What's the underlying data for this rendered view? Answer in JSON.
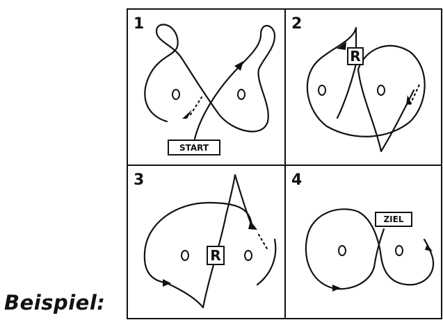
{
  "caption": "Beispiel:",
  "panels": [
    {
      "number": "1",
      "label": "START"
    },
    {
      "number": "2",
      "label": "R"
    },
    {
      "number": "3",
      "label": "R"
    },
    {
      "number": "4",
      "label": "ZIEL"
    }
  ]
}
